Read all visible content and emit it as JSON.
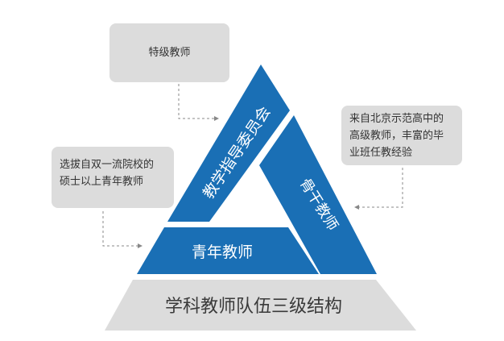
{
  "diagram": {
    "base_label": "学科教师队伍三级结构",
    "segments": {
      "committee": "教学指导委员会",
      "backbone": "骨干教师",
      "young": "青年教师"
    },
    "callouts": {
      "top": "特级教师",
      "left_line1": "选拔自双一流院校的",
      "left_line2": "硕士以上青年教师",
      "right_line1": "来自北京示范高中的",
      "right_line2": "高级教师，丰富的毕",
      "right_line3": "业班任教经验"
    },
    "colors": {
      "blue": "#1a6fb5",
      "gray_callout": "#dcdcdc",
      "gray_base": "#dcdcdc",
      "connector": "#888888"
    }
  }
}
